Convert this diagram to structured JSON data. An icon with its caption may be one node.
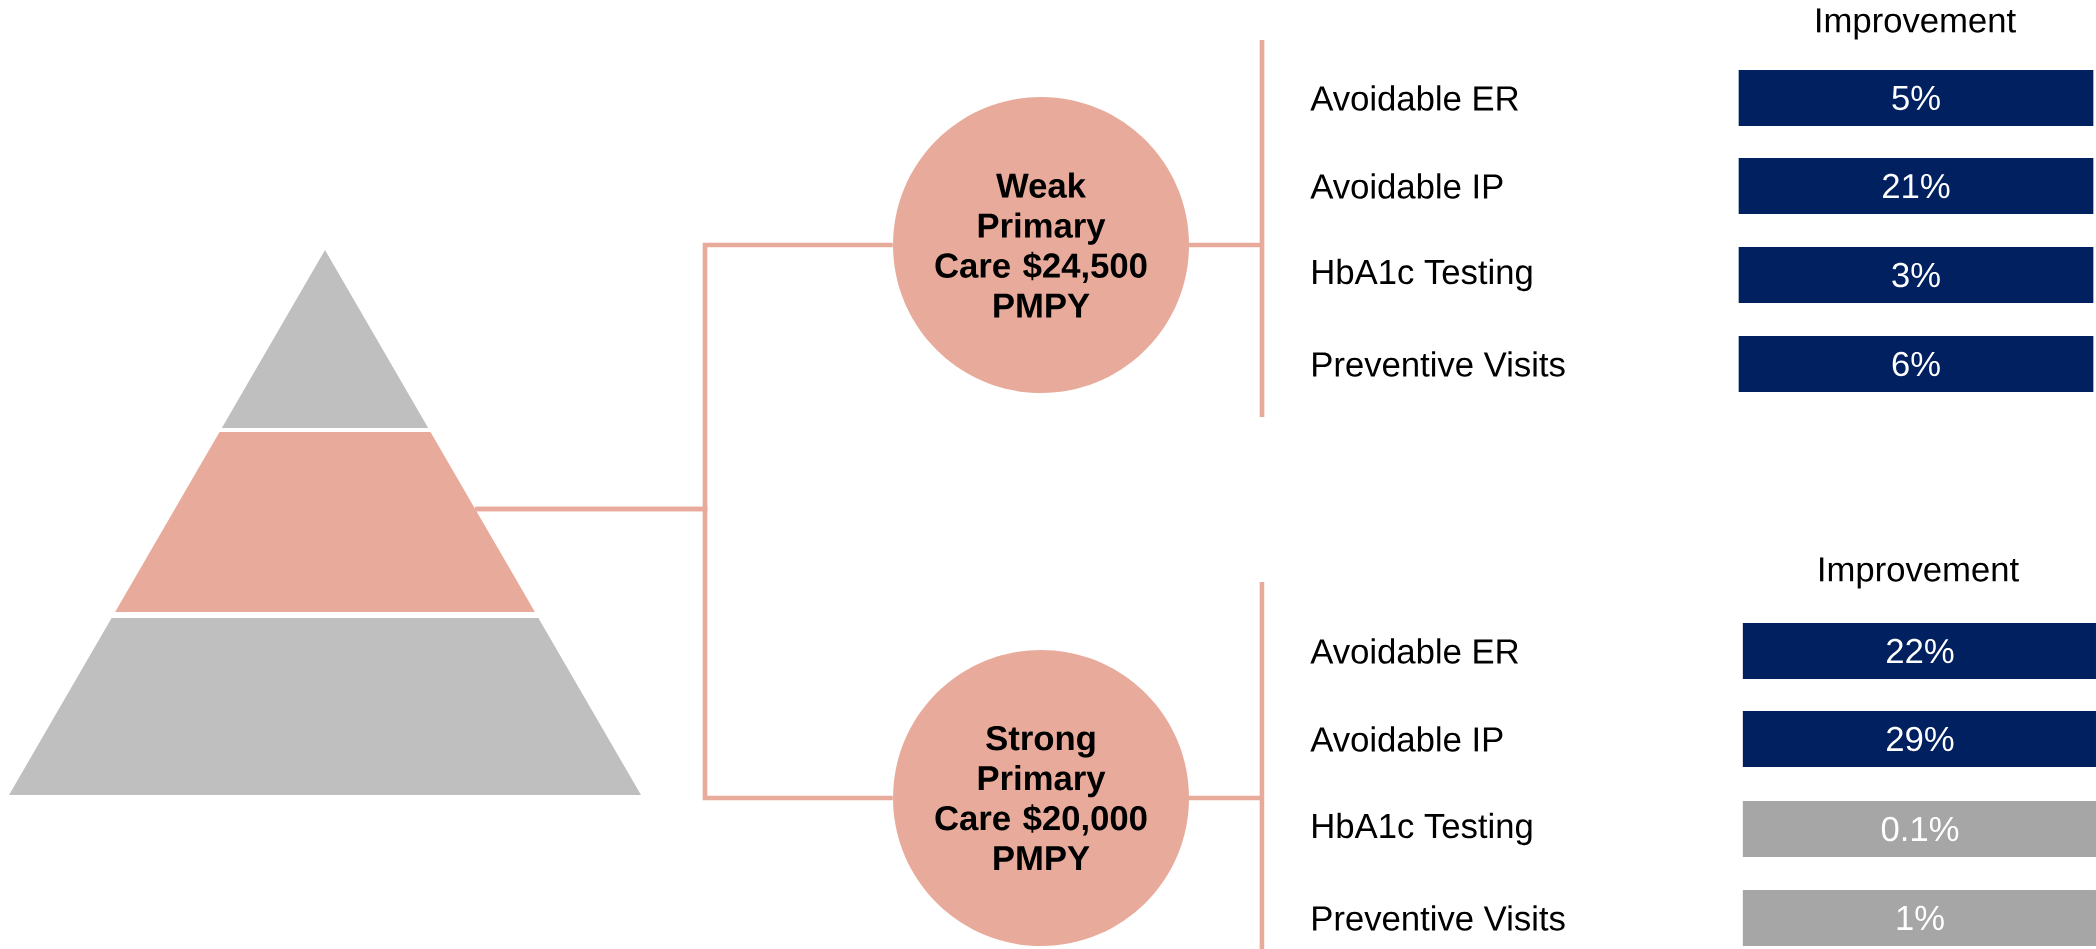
{
  "diagram": {
    "nodes": [
      {
        "text": [],
        "shape": "triangle"
      },
      {
        "text": [],
        "shape": "trapezoid"
      },
      {
        "text": [],
        "shape": "trapezoid"
      },
      {
        "text": [
          "Weak Primary Care $24,500 PMPY"
        ]
      },
      {
        "text": [
          "Strong Primary Care $20,000 PMPY"
        ]
      },
      {
        "text": [
          "5%"
        ]
      },
      {
        "text": [
          "21%"
        ]
      },
      {
        "text": [
          "3%"
        ]
      },
      {
        "text": [
          "6%"
        ]
      },
      {
        "text": [
          "22%"
        ]
      },
      {
        "text": [
          "29%"
        ]
      },
      {
        "text": [
          "0.1%"
        ]
      },
      {
        "text": [
          "1%"
        ]
      }
    ],
    "edges": [
      {
        "from": 1,
        "to": 3,
        "arrow": "none"
      },
      {
        "from": 1,
        "to": 4,
        "arrow": "none"
      }
    ],
    "labels": [
      "Improvement",
      "Avoidable ER",
      "Avoidable IP",
      "HbA1c Testing",
      "Preventive Visits",
      "Improvement",
      "Avoidable ER",
      "Avoidable IP",
      "HbA1c Testing",
      "Preventive Visits"
    ]
  }
}
